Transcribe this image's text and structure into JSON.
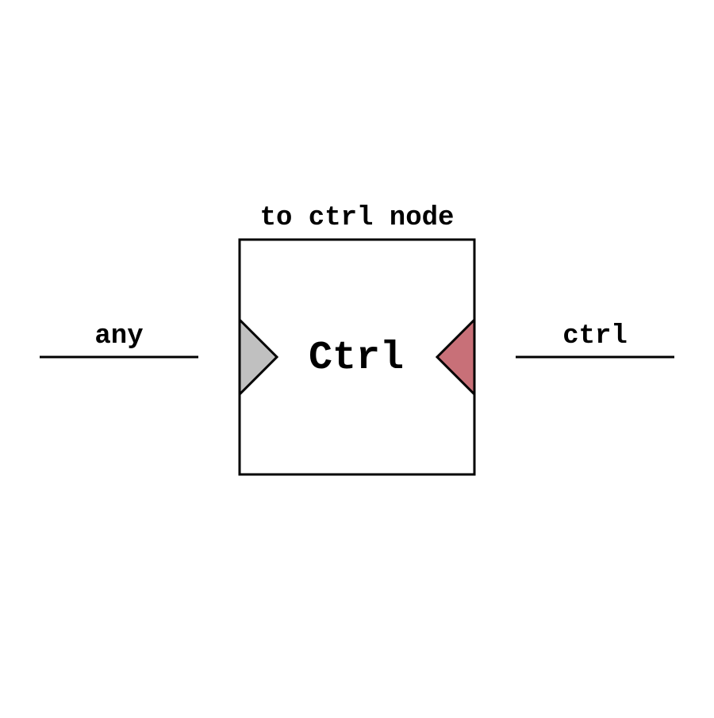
{
  "node": {
    "title": "to ctrl node",
    "label": "Ctrl"
  },
  "ports": {
    "input": {
      "label": "any",
      "color": "#c0c0c0"
    },
    "output": {
      "label": "ctrl",
      "color": "#c87078"
    }
  }
}
